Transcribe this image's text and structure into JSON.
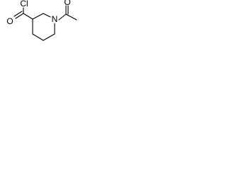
{
  "molecule": {
    "atoms": {
      "chlorine": "Cl",
      "carbonyl_oxygen_left": "O",
      "ring_nitrogen": "N",
      "acetyl_oxygen": "O"
    }
  }
}
